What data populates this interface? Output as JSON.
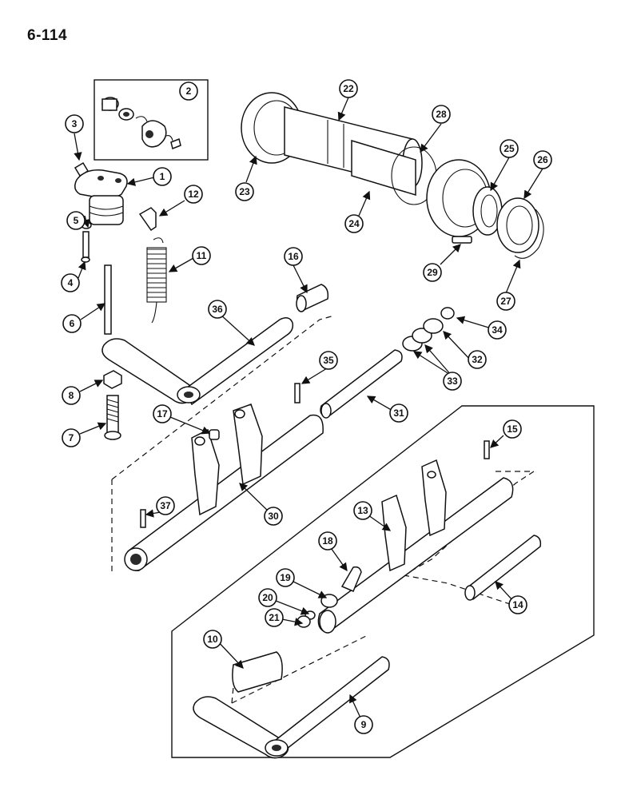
{
  "page_number": "6-114",
  "callouts": [
    "1",
    "2",
    "3",
    "4",
    "5",
    "6",
    "7",
    "8",
    "9",
    "10",
    "11",
    "12",
    "13",
    "14",
    "15",
    "16",
    "17",
    "18",
    "19",
    "20",
    "21",
    "22",
    "23",
    "24",
    "25",
    "26",
    "27",
    "28",
    "29",
    "30",
    "31",
    "32",
    "33",
    "34",
    "35",
    "36",
    "37"
  ]
}
